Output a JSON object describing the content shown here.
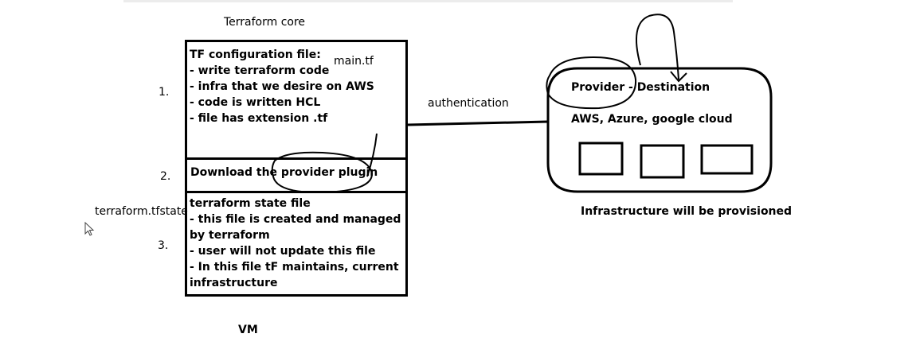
{
  "diagram": {
    "core_title": "Terraform core",
    "vm_label": "VM",
    "authentication_label": "authentication",
    "infra_caption": "Infrastructure will be provisioned",
    "main_tf_label": "main.tf",
    "tfstate_label": "terraform.tfstate",
    "steps": [
      {
        "number": "1.",
        "lines": [
          "TF configuration file:",
          "- write terraform code",
          "- infra that we desire on AWS",
          "- code is written HCL",
          "- file has extension .tf"
        ]
      },
      {
        "number": "2.",
        "lines": [
          "Download the provider plugin"
        ]
      },
      {
        "number": "3.",
        "lines": [
          "terraform state file",
          "- this file is created and managed",
          "by terraform",
          "- user will not update this file",
          "- In this file tF maintains, current",
          "infrastructure"
        ]
      }
    ],
    "provider": {
      "title": "Provider - Destination",
      "clouds": "AWS, Azure, google cloud"
    }
  }
}
